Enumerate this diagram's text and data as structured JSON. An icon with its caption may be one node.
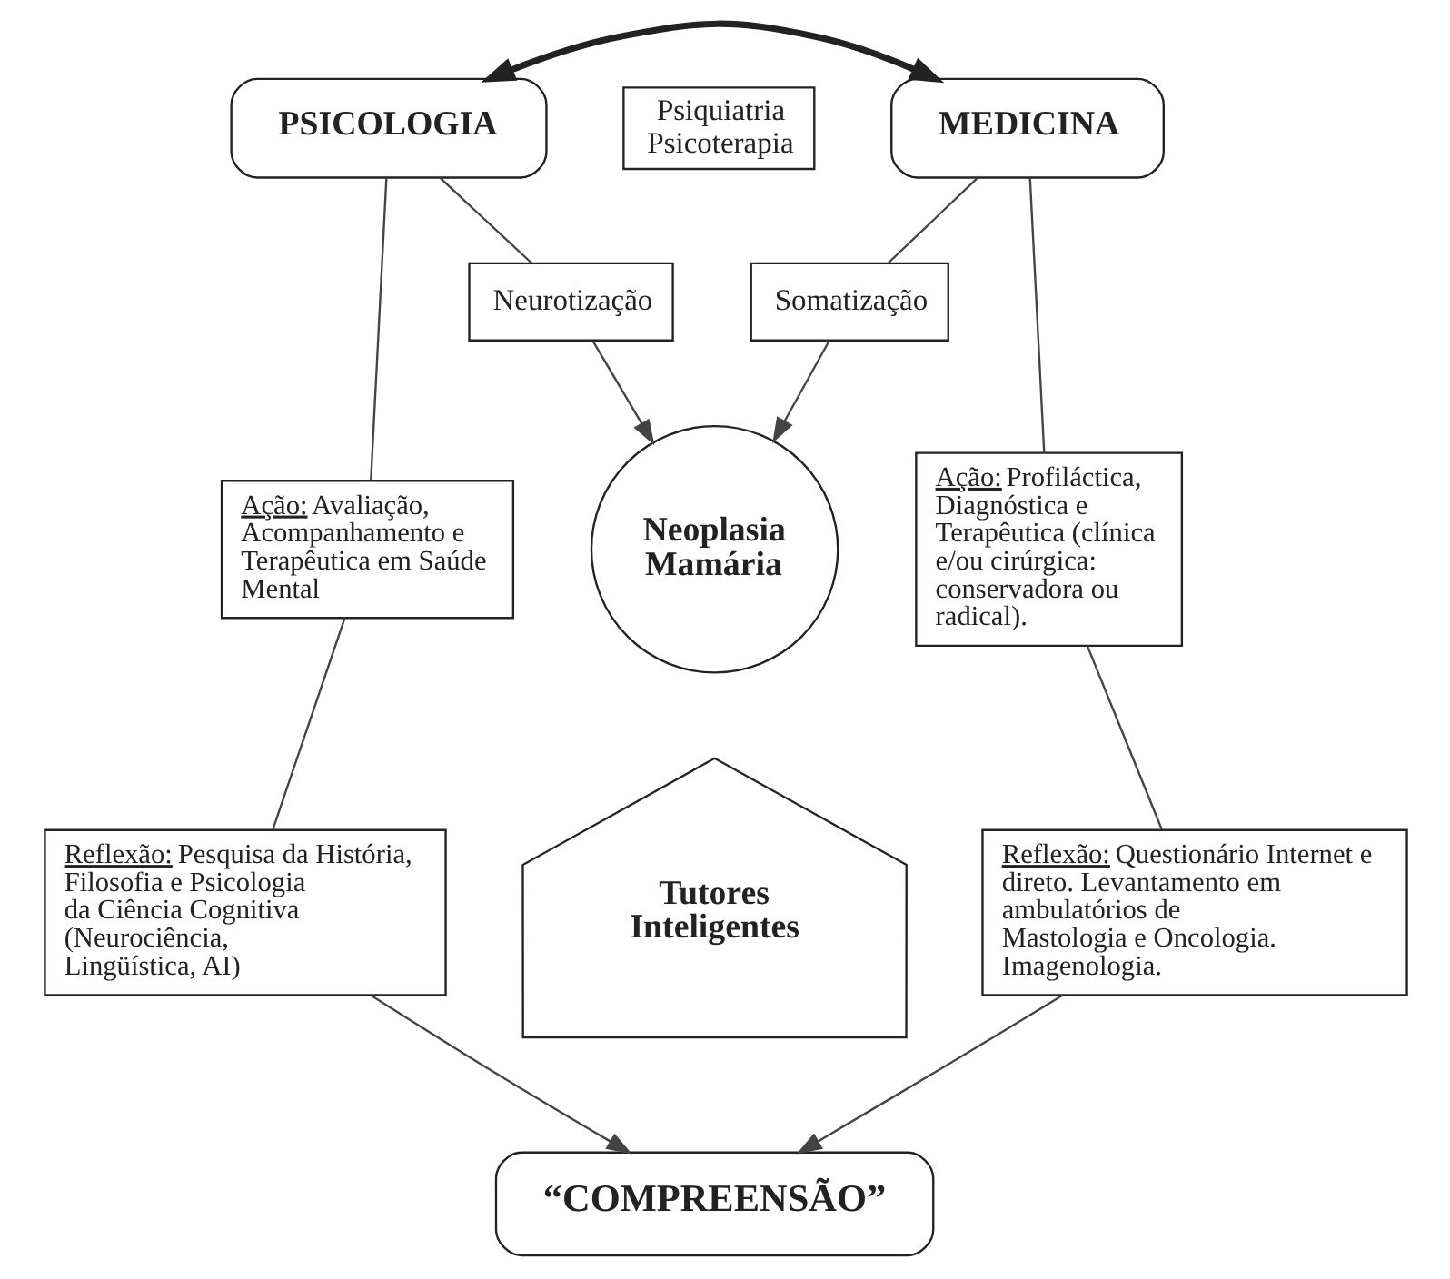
{
  "diagram": {
    "nodes": [
      {
        "text": [
          "PSICOLOGIA"
        ]
      },
      {
        "text": [
          "Psiquiatria",
          "Psicoterapia"
        ]
      },
      {
        "text": [
          "MEDICINA"
        ]
      },
      {
        "text": [
          "Neurotização"
        ]
      },
      {
        "text": [
          "Somatização"
        ]
      },
      {
        "text": [
          "Neoplasia Mamária"
        ]
      },
      {
        "text": [
          "Ação:",
          "Avaliação, Acompanhamento e Terapêutica em Saúde Mental"
        ]
      },
      {
        "text": [
          "Ação:",
          "Profiláctica, Diagnóstica e Terapêutica (clínica e/ou cirúrgica: conservadora ou radical)."
        ]
      },
      {
        "text": [
          "Tutores Inteligentes"
        ]
      },
      {
        "text": [
          "Reflexão:",
          "Pesquisa da História, Filosofia e Psicologia da Ciência Cognitiva (Neurociência, Lingüística, AI)"
        ]
      },
      {
        "text": [
          "Reflexão:",
          "Questionário Internet e direto. Levantamento em ambulatórios de Mastologia e Oncologia. Imagenologia."
        ]
      },
      {
        "text": [
          "“COMPREENSÃO”"
        ]
      }
    ],
    "edges": [
      {
        "from": 0,
        "to": 2,
        "arrow": "both",
        "style": "thick"
      },
      {
        "from": 0,
        "to": 3,
        "arrow": "none"
      },
      {
        "from": 3,
        "to": 5,
        "arrow": "to"
      },
      {
        "from": 2,
        "to": 4,
        "arrow": "none"
      },
      {
        "from": 4,
        "to": 5,
        "arrow": "to"
      },
      {
        "from": 0,
        "to": 6,
        "arrow": "none"
      },
      {
        "from": 6,
        "to": 9,
        "arrow": "none"
      },
      {
        "from": 9,
        "to": 11,
        "arrow": "to"
      },
      {
        "from": 2,
        "to": 7,
        "arrow": "none"
      },
      {
        "from": 7,
        "to": 10,
        "arrow": "none"
      },
      {
        "from": 10,
        "to": 11,
        "arrow": "to"
      }
    ]
  }
}
